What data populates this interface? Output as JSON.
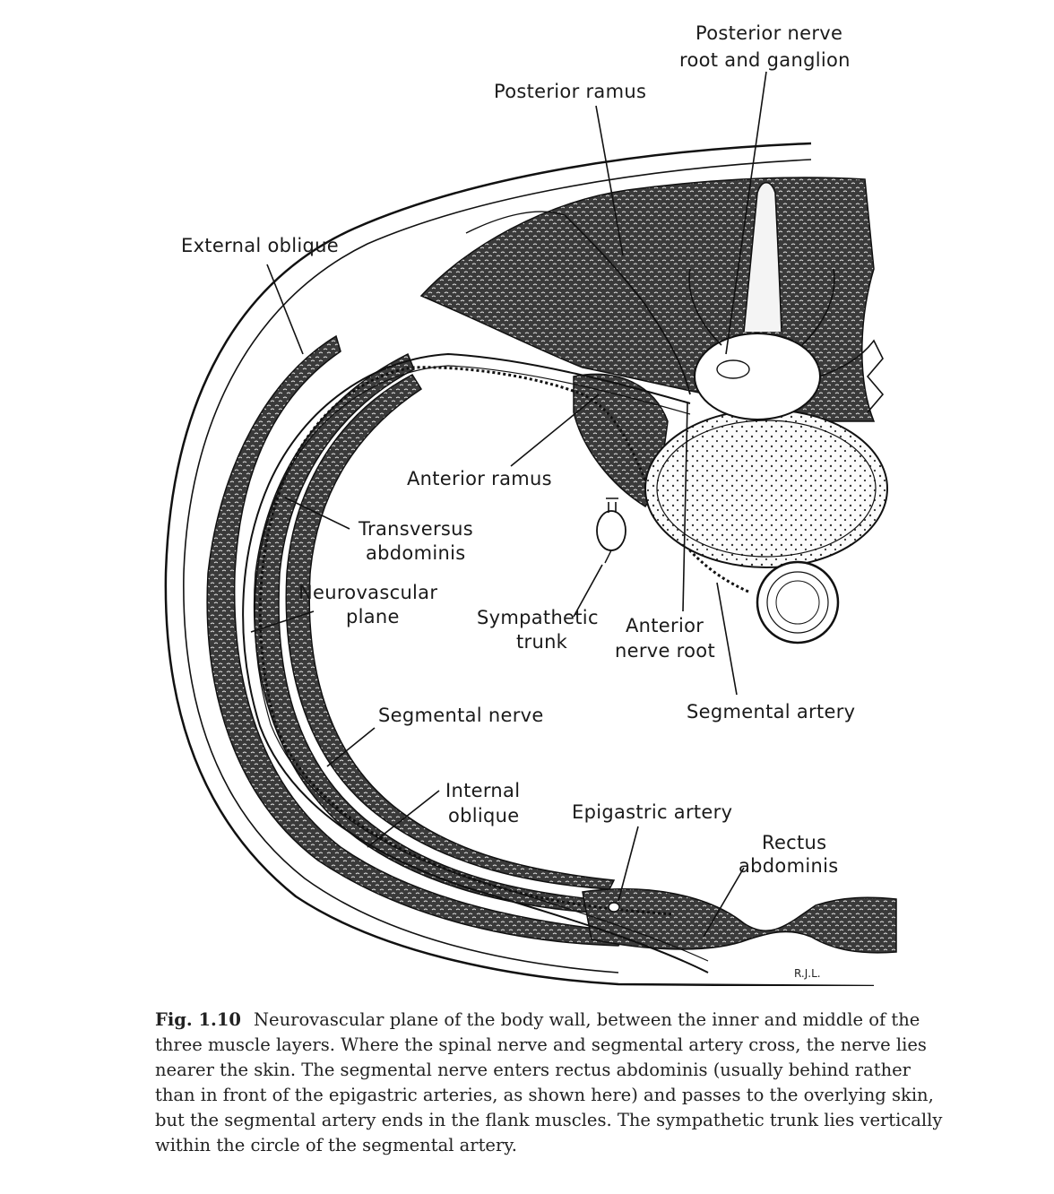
{
  "labels": {
    "posterior_nerve_root_1": "Posterior nerve",
    "posterior_nerve_root_2": "root and ganglion",
    "posterior_ramus": "Posterior ramus",
    "external_oblique": "External oblique",
    "anterior_ramus": "Anterior ramus",
    "transversus_1": "Transversus",
    "transversus_2": "abdominis",
    "neurovascular_1": "Neurovascular",
    "neurovascular_2": "plane",
    "sympathetic_1": "Sympathetic",
    "sympathetic_2": "trunk",
    "anterior_root_1": "Anterior",
    "anterior_root_2": "nerve root",
    "segmental_nerve": "Segmental nerve",
    "segmental_artery": "Segmental artery",
    "internal_oblique_1": "Internal",
    "internal_oblique_2": "oblique",
    "epigastric_artery": "Epigastric artery",
    "rectus_1": "Rectus",
    "rectus_2": "abdominis",
    "signature": "R.J.L."
  },
  "caption": {
    "fig_label": "Fig. 1.10",
    "text": "Neurovascular plane of the body wall, between the inner and middle of the three muscle layers. Where the spinal nerve and segmental artery cross, the nerve lies nearer the skin. The segmental nerve enters rectus abdominis (usually behind rather than in front of the epigastric arteries, as shown here) and passes to the overlying skin, but the segmental artery ends in the flank muscles. The sympathetic trunk lies vertically within the circle of the segmental artery."
  }
}
